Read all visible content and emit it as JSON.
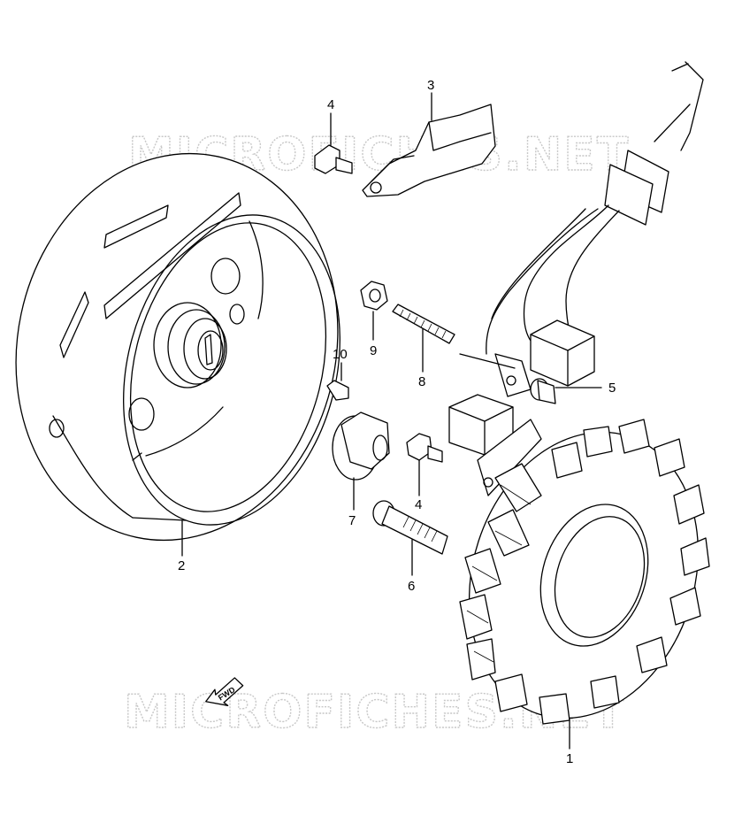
{
  "watermark": {
    "text_top": "MICROFICHES.NET",
    "text_bottom": "MICROFICHES.NET"
  },
  "arrow_label": "FWD",
  "callouts": [
    {
      "id": "1",
      "label": "1"
    },
    {
      "id": "2",
      "label": "2"
    },
    {
      "id": "3",
      "label": "3"
    },
    {
      "id": "4a",
      "label": "4"
    },
    {
      "id": "4b",
      "label": "4"
    },
    {
      "id": "5",
      "label": "5"
    },
    {
      "id": "6",
      "label": "6"
    },
    {
      "id": "7",
      "label": "7"
    },
    {
      "id": "8",
      "label": "8"
    },
    {
      "id": "9",
      "label": "9"
    },
    {
      "id": "10",
      "label": "10"
    }
  ],
  "colors": {
    "line": "#000000",
    "watermark": "#c8c8c8",
    "background": "#ffffff"
  }
}
